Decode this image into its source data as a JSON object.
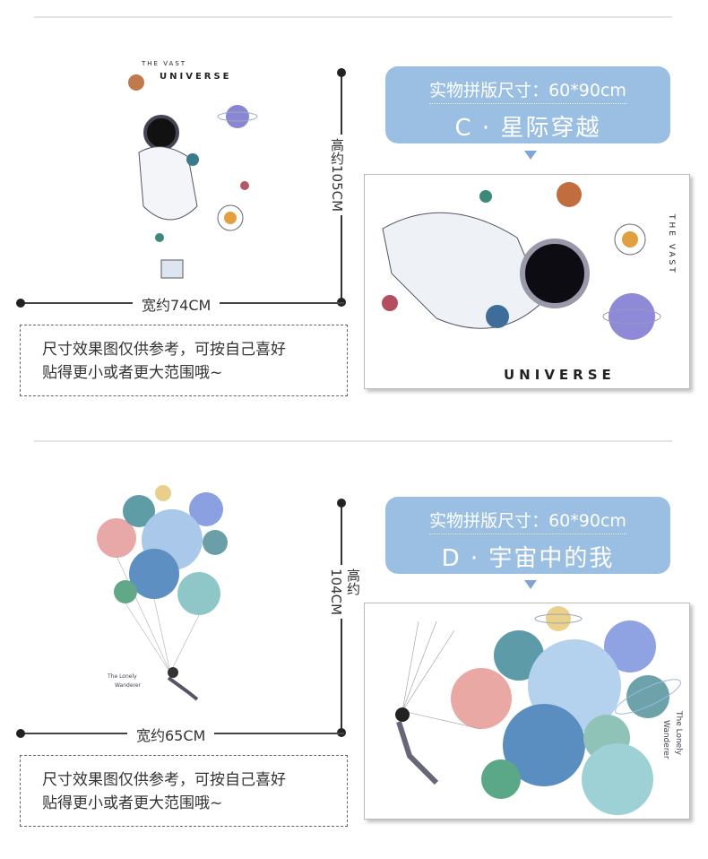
{
  "sections": [
    {
      "id": "c",
      "height_label": "高约105CM",
      "width_label": "宽约74CM",
      "note": [
        "尺寸效果图仅供参考，可按自己喜好",
        "贴得更小或者更大范围哦~"
      ],
      "size_label": "实物拼版尺寸：60*90cm",
      "title": "C · 星际穿越",
      "art_text": {
        "top": "THE VAST",
        "bottom": "UNIVERSE"
      }
    },
    {
      "id": "d",
      "height_label": "高约104CM",
      "width_label": "宽约65CM",
      "note": [
        "尺寸效果图仅供参考，可按自己喜好",
        "贴得更小或者更大范围哦~"
      ],
      "size_label": "实物拼版尺寸：60*90cm",
      "title": "D · 宇宙中的我",
      "art_text": {
        "top": "The Lonely",
        "bottom": "Wanderer"
      }
    }
  ],
  "colors": {
    "accent": "#9bbfe3"
  }
}
